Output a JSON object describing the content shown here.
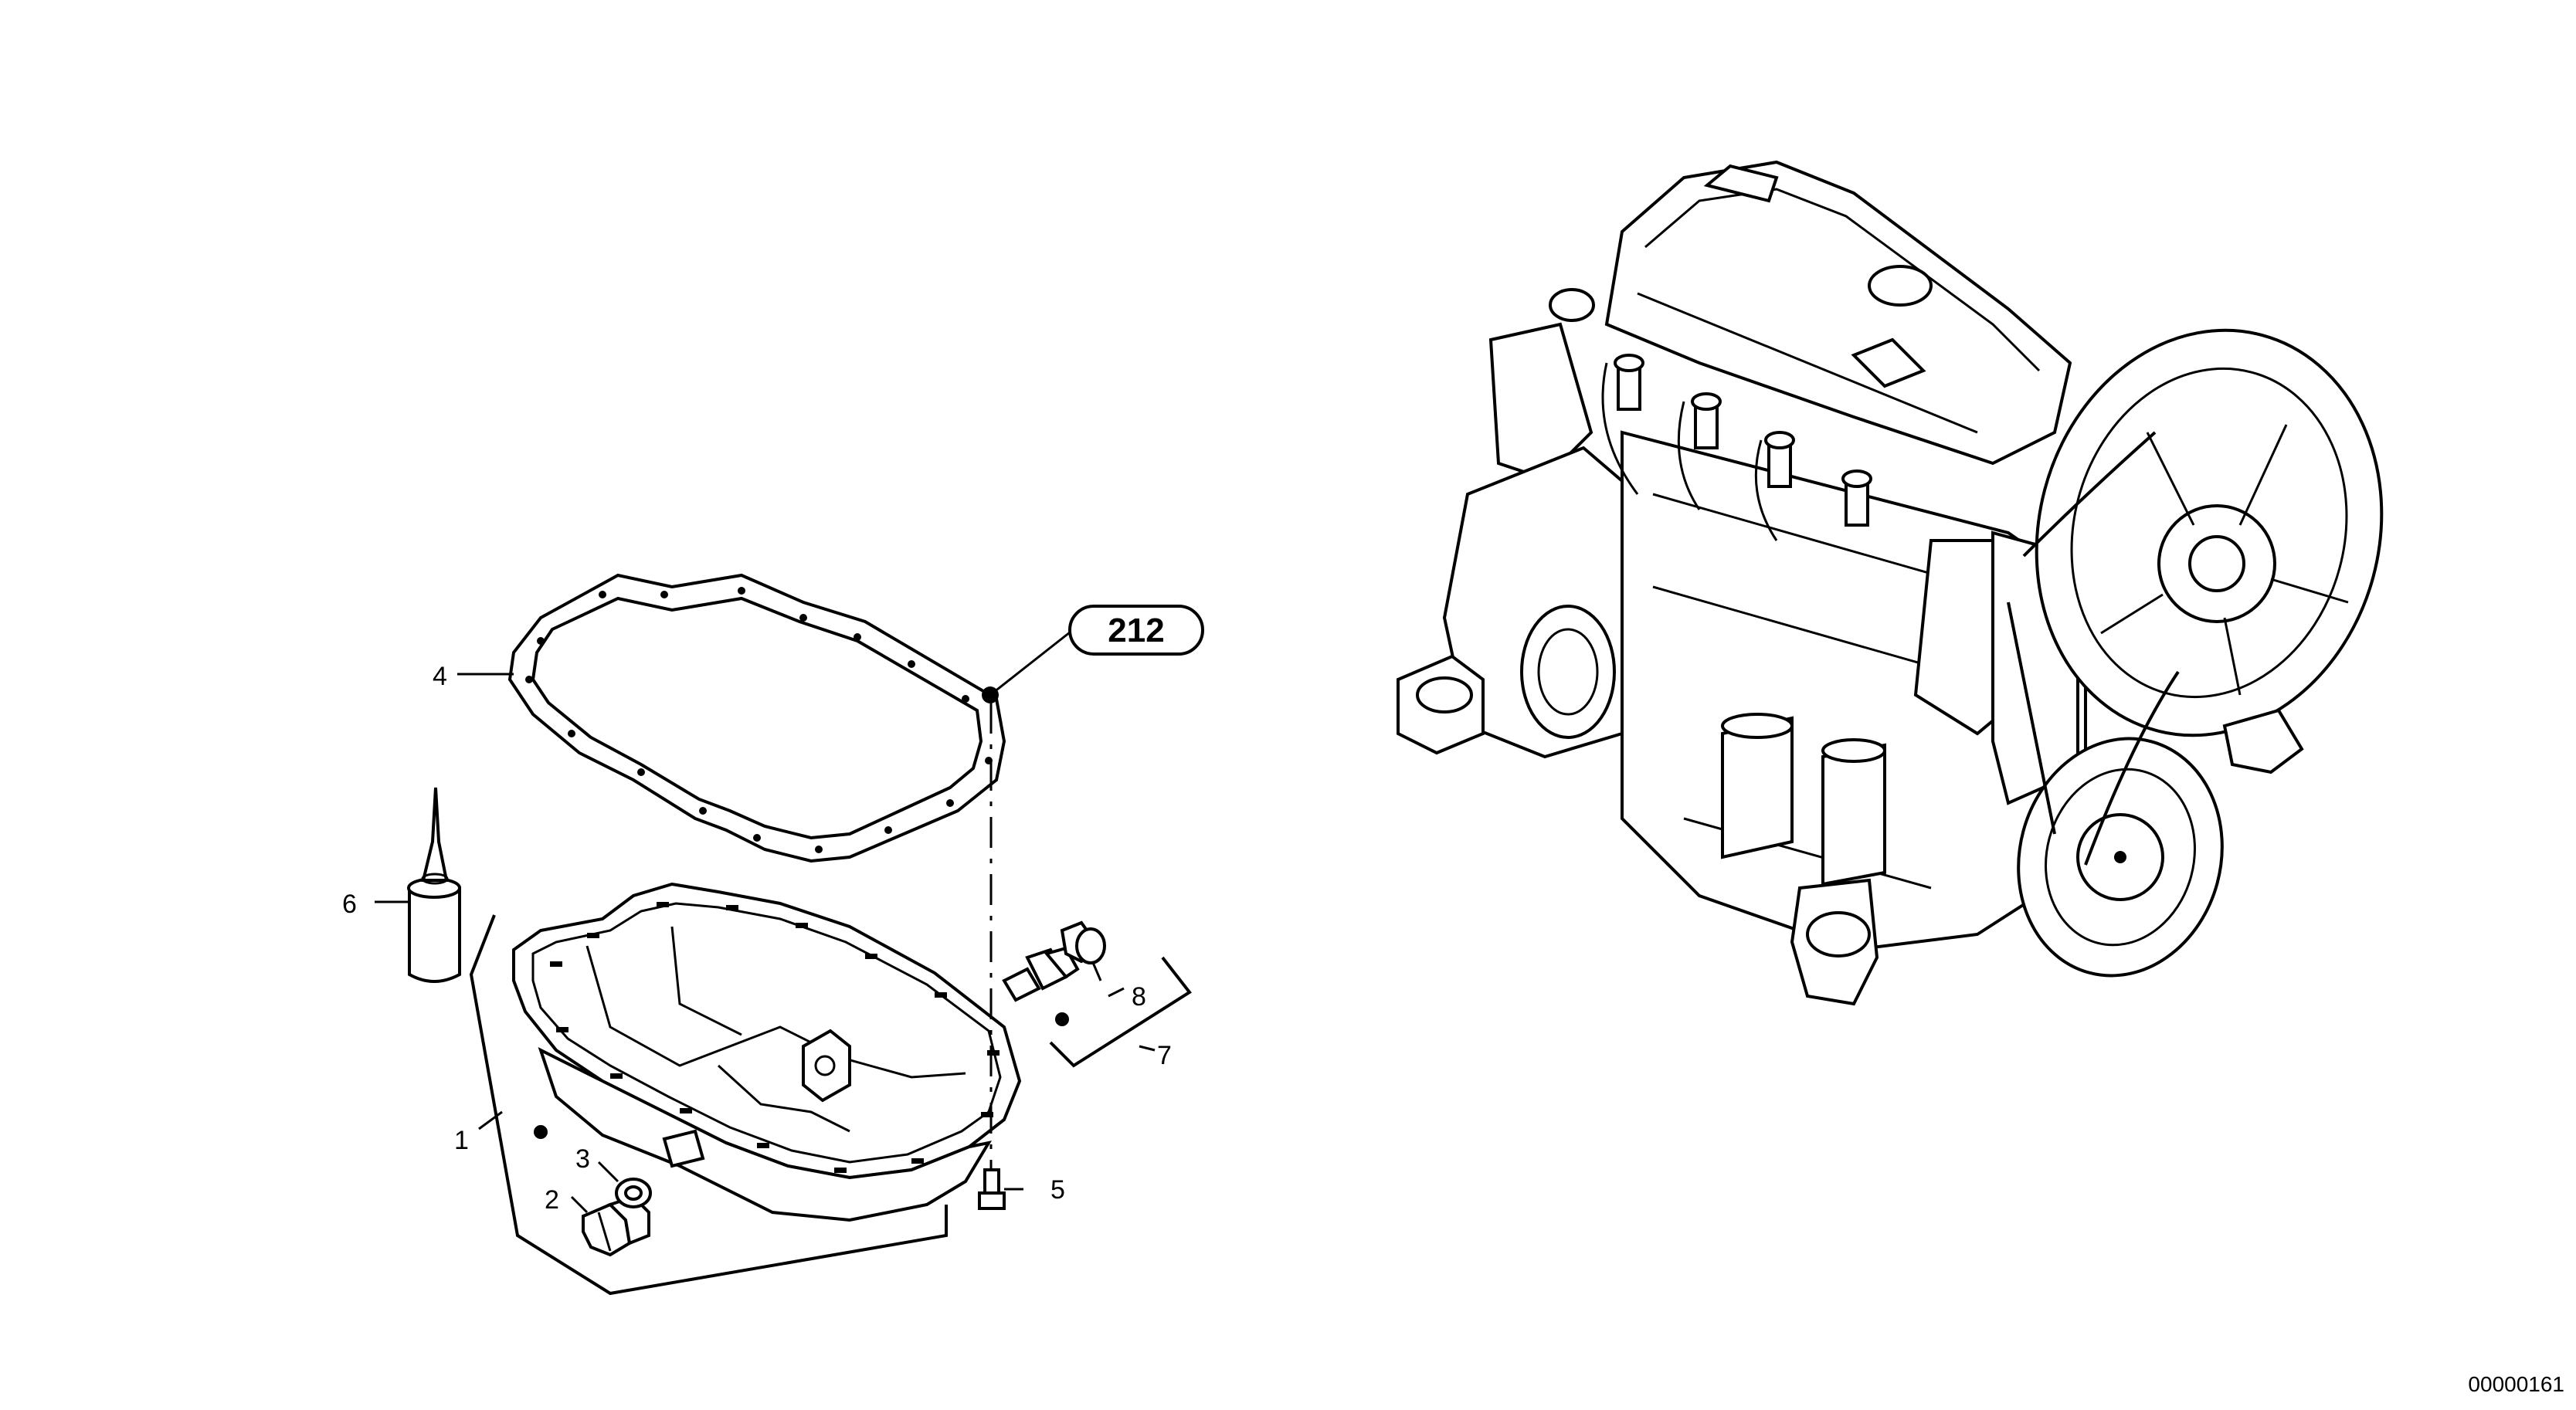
{
  "diagram": {
    "reference_callout": "212",
    "drawing_number": "00000161",
    "part_labels": {
      "p1": "1",
      "p2": "2",
      "p3": "3",
      "p4": "4",
      "p5": "5",
      "p6": "6",
      "p7": "7",
      "p8": "8"
    },
    "line_color": "#000000",
    "background_color": "#ffffff"
  }
}
